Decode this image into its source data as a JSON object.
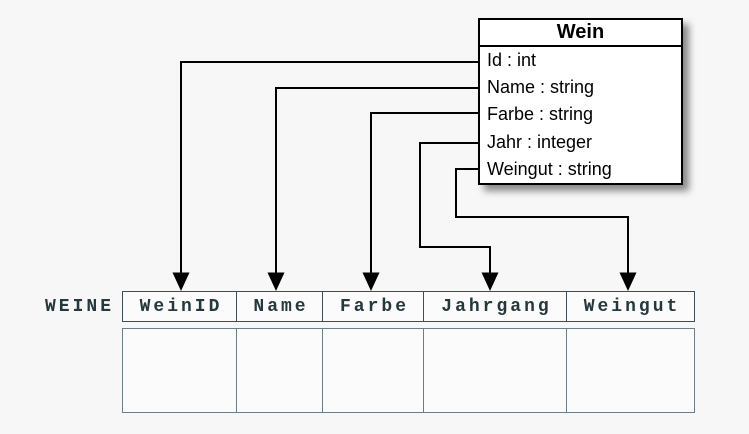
{
  "class_box": {
    "title": "Wein",
    "attributes": [
      "Id : int",
      "Name : string",
      "Farbe : string",
      "Jahr : integer",
      "Weingut : string"
    ]
  },
  "table": {
    "label": "WEINE",
    "columns": [
      "WeinID",
      "Name",
      "Farbe",
      "Jahrgang",
      "Weingut"
    ],
    "empty_body_rows": 1
  },
  "mappings": [
    {
      "from": "Id : int",
      "to": "WeinID"
    },
    {
      "from": "Name : string",
      "to": "Name"
    },
    {
      "from": "Farbe : string",
      "to": "Farbe"
    },
    {
      "from": "Jahr : integer",
      "to": "Jahrgang"
    },
    {
      "from": "Weingut : string",
      "to": "Weingut"
    }
  ],
  "colors": {
    "background": "#f7f7f8",
    "box_background": "#ffffff",
    "box_border": "#000000",
    "arrow": "#000000",
    "table_text": "#25383e",
    "header_border": "#3d4e54",
    "body_border": "#6e7e84"
  }
}
